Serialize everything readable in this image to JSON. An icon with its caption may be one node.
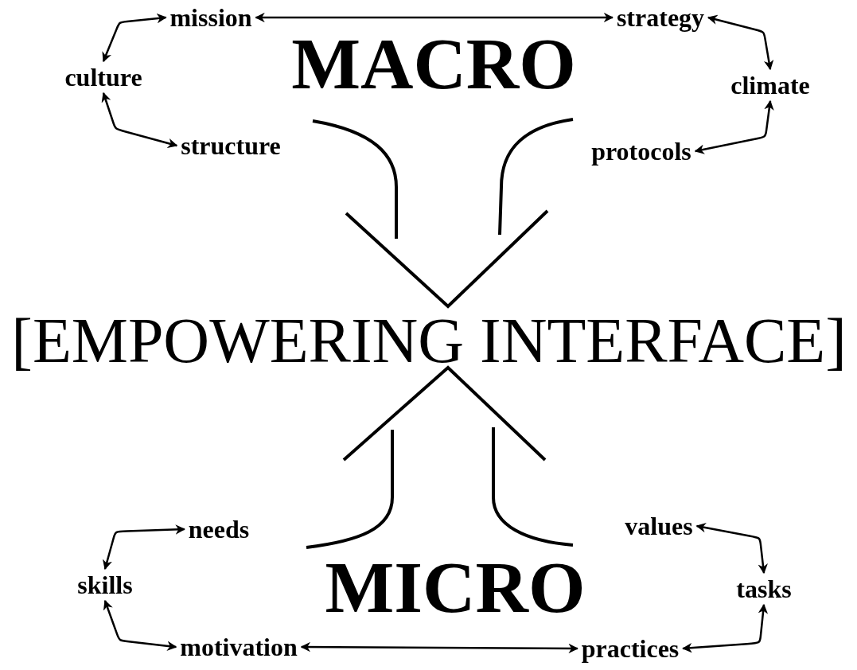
{
  "diagram": {
    "nodes": [
      {
        "text": [
          "mission"
        ]
      },
      {
        "text": [
          "strategy"
        ]
      },
      {
        "text": [
          "culture"
        ]
      },
      {
        "text": [
          "MACRO"
        ]
      },
      {
        "text": [
          "climate"
        ]
      },
      {
        "text": [
          "structure"
        ]
      },
      {
        "text": [
          "protocols"
        ]
      },
      {
        "text": [
          "[EMPOWERING INTERFACE]"
        ]
      },
      {
        "text": [
          "needs"
        ]
      },
      {
        "text": [
          "values"
        ]
      },
      {
        "text": [
          "skills"
        ]
      },
      {
        "text": [
          "MICRO"
        ]
      },
      {
        "text": [
          "tasks"
        ]
      },
      {
        "text": [
          "motivation"
        ]
      },
      {
        "text": [
          "practices"
        ]
      }
    ],
    "edges": [
      {
        "from": 0,
        "to": 1,
        "arrow": "both"
      },
      {
        "from": 0,
        "to": 2,
        "arrow": "both"
      },
      {
        "from": 2,
        "to": 5,
        "arrow": "both"
      },
      {
        "from": 1,
        "to": 4,
        "arrow": "both"
      },
      {
        "from": 4,
        "to": 6,
        "arrow": "both"
      },
      {
        "from": 8,
        "to": 10,
        "arrow": "both"
      },
      {
        "from": 10,
        "to": 13,
        "arrow": "both"
      },
      {
        "from": 9,
        "to": 12,
        "arrow": "both"
      },
      {
        "from": 12,
        "to": 14,
        "arrow": "both"
      },
      {
        "from": 13,
        "to": 14,
        "arrow": "both"
      }
    ]
  }
}
